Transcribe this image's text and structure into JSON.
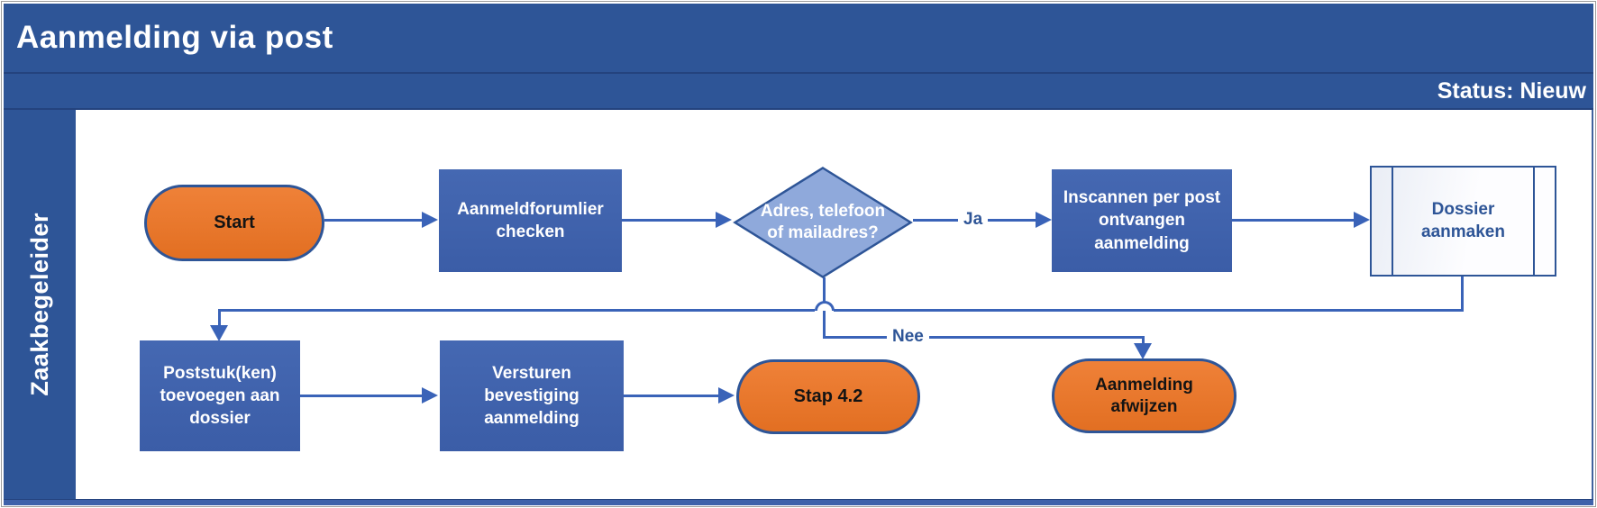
{
  "header": {
    "title": "Aanmelding via post",
    "status": "Status: Nieuw"
  },
  "swimlane": {
    "label": "Zaakbegeleider"
  },
  "nodes": {
    "start": {
      "label": "Start",
      "type": "terminator"
    },
    "check_form": {
      "label": "Aanmeldforumlier checken",
      "type": "process"
    },
    "decision": {
      "label": "Adres, telefoon of mailadres?",
      "type": "decision"
    },
    "scan_post": {
      "label": "Inscannen per post ontvangen aanmelding",
      "type": "process"
    },
    "create_dossier": {
      "label": "Dossier aanmaken",
      "type": "predefined-process"
    },
    "add_poststuk": {
      "label": "Poststuk(ken) toevoegen aan dossier",
      "type": "process"
    },
    "send_confirmation": {
      "label": "Versturen bevestiging aanmelding",
      "type": "process"
    },
    "stap_4_2": {
      "label": "Stap 4.2",
      "type": "terminator"
    },
    "reject": {
      "label": "Aanmelding afwijzen",
      "type": "terminator"
    }
  },
  "edges": {
    "yes_label": "Ja",
    "no_label": "Nee"
  },
  "colors": {
    "header_blue": "#2E5597",
    "process_blue": "#3E61AA",
    "decision_blue": "#8FA9DB",
    "terminator_orange": "#E8762D",
    "connector_blue": "#3A63B8",
    "border_navy": "#2E5597",
    "lane_background": "#FFFFFF"
  }
}
